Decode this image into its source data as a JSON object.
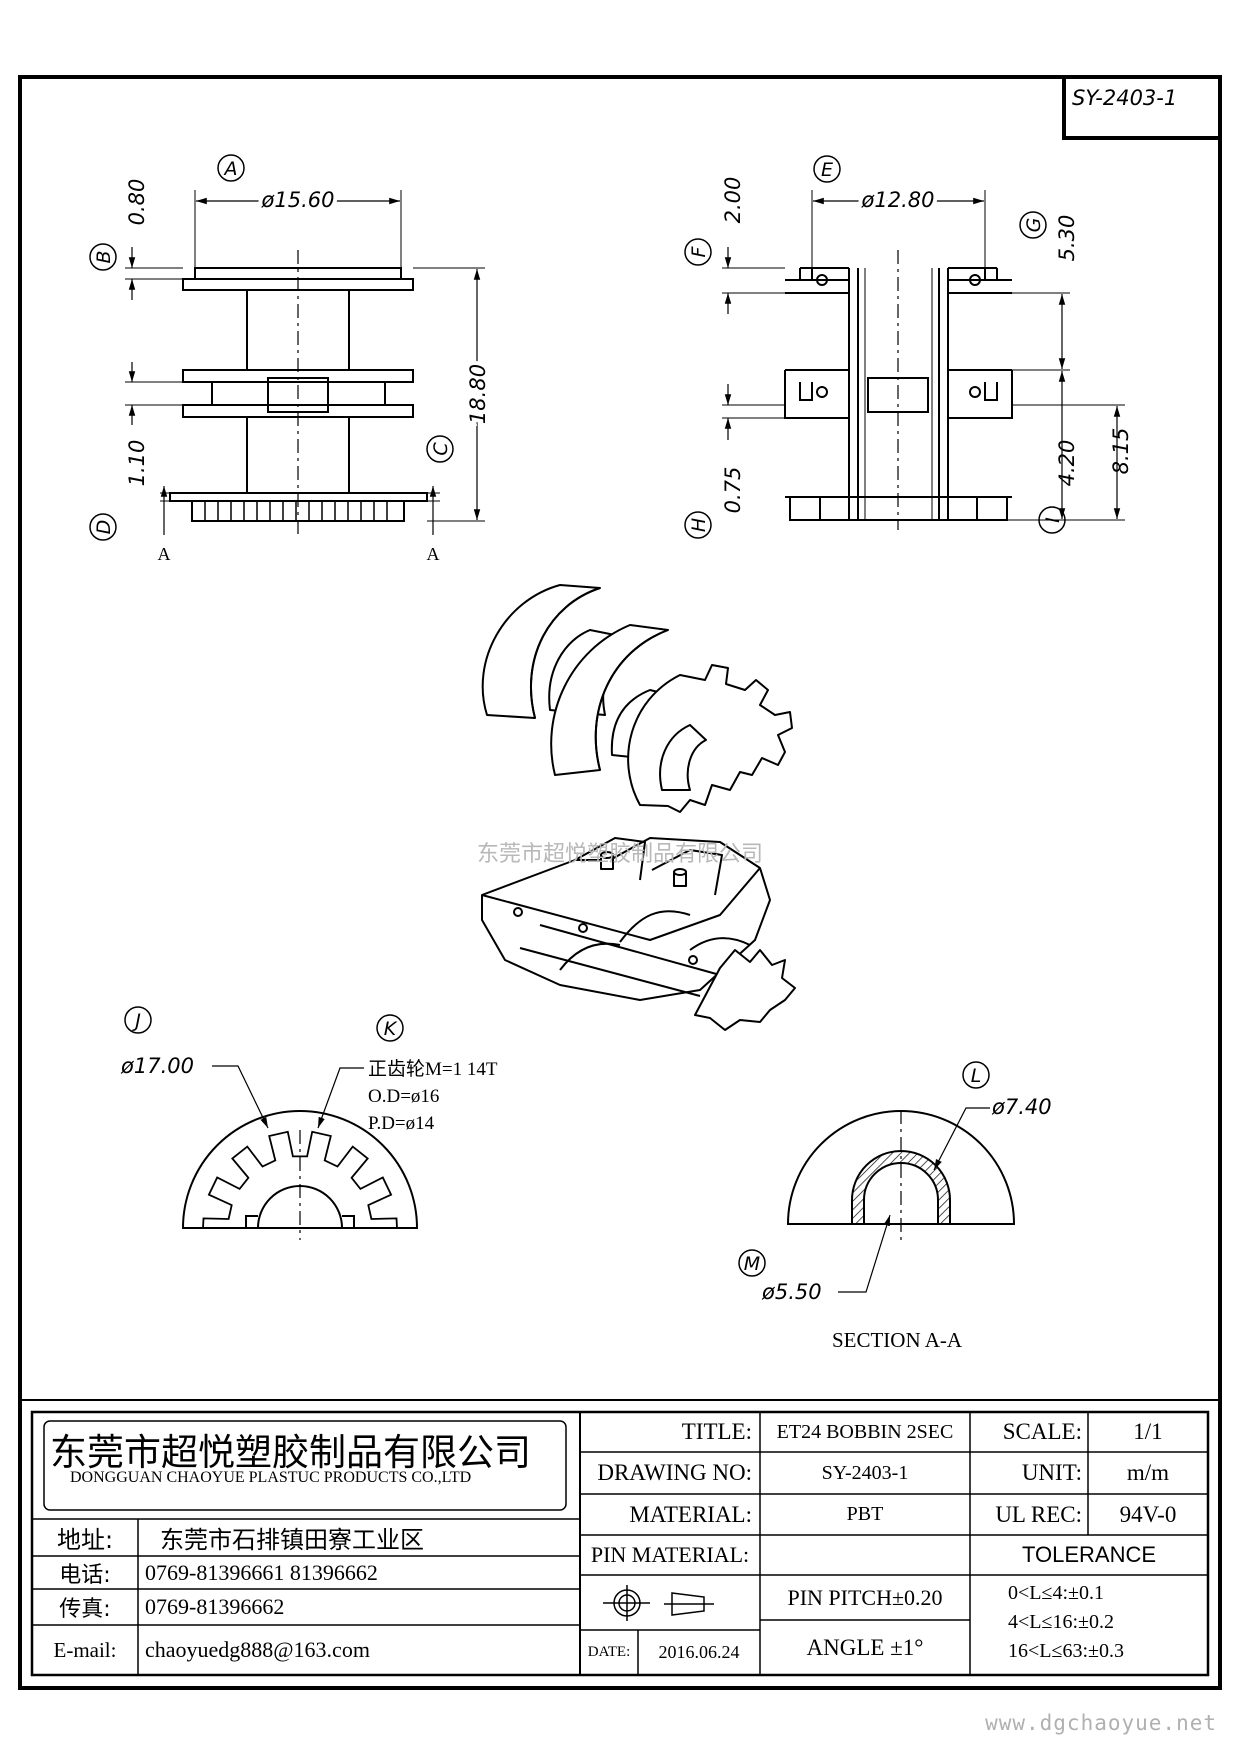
{
  "drawing_code": "SY-2403-1",
  "top_left_view": {
    "label_a": "A",
    "dia_a": "ø15.60",
    "label_b": "B",
    "dim_b": "0.80",
    "label_c": "C",
    "dim_c": "18.80",
    "label_d": "D",
    "dim_d": "1.10",
    "section_mark_left": "A",
    "section_mark_right": "A"
  },
  "top_right_view": {
    "label_e": "E",
    "dia_e": "ø12.80",
    "label_f": "F",
    "dim_f": "2.00",
    "label_g": "G",
    "dim_g": "5.30",
    "label_h": "H",
    "dim_h": "0.75",
    "label_i": "I",
    "dim_i": "4.20",
    "dim_total": "8.15"
  },
  "watermark": "东莞市超悦塑胶制品有限公司",
  "gear_view": {
    "label_j": "J",
    "dia_j": "ø17.00",
    "label_k": "K",
    "gear_spec": "正齿轮M=1  14T",
    "outer_dia": "O.D=ø16",
    "pitch_dia": "P.D=ø14"
  },
  "section_view": {
    "label_l": "L",
    "dia_l": "ø7.40",
    "label_m": "M",
    "dia_m": "ø5.50",
    "caption": "SECTION   A-A"
  },
  "title_block": {
    "company_cn": "东莞市超悦塑胶制品有限公司",
    "company_en": "DONGGUAN CHAOYUE PLASTUC PRODUCTS CO.,LTD",
    "address_label": "地址:",
    "address": "东莞市石排镇田寮工业区",
    "phone_label": "电话:",
    "phone": "0769-81396661   81396662",
    "fax_label": "传真:",
    "fax": "0769-81396662",
    "email_label": "E-mail:",
    "email": "chaoyuedg888@163.com",
    "title_label": "TITLE:",
    "title": "ET24 BOBBIN 2SEC",
    "drawing_no_label": "DRAWING NO:",
    "drawing_no": "SY-2403-1",
    "material_label": "MATERIAL:",
    "material": "PBT",
    "pin_material_label": "PIN MATERIAL:",
    "pin_material": "",
    "date_label": "DATE:",
    "date": "2016.06.24",
    "pin_pitch": "PIN PITCH±0.20",
    "angle": "ANGLE  ±1°",
    "scale_label": "SCALE:",
    "scale": "1/1",
    "unit_label": "UNIT:",
    "unit": "m/m",
    "ul_label": "UL REC:",
    "ul": "94V-0",
    "tolerance_label": "TOLERANCE",
    "tolerances": [
      "0<L≤4:±0.1",
      "4<L≤16:±0.2",
      "16<L≤63:±0.3"
    ]
  },
  "website": "www.dgchaoyue.net"
}
